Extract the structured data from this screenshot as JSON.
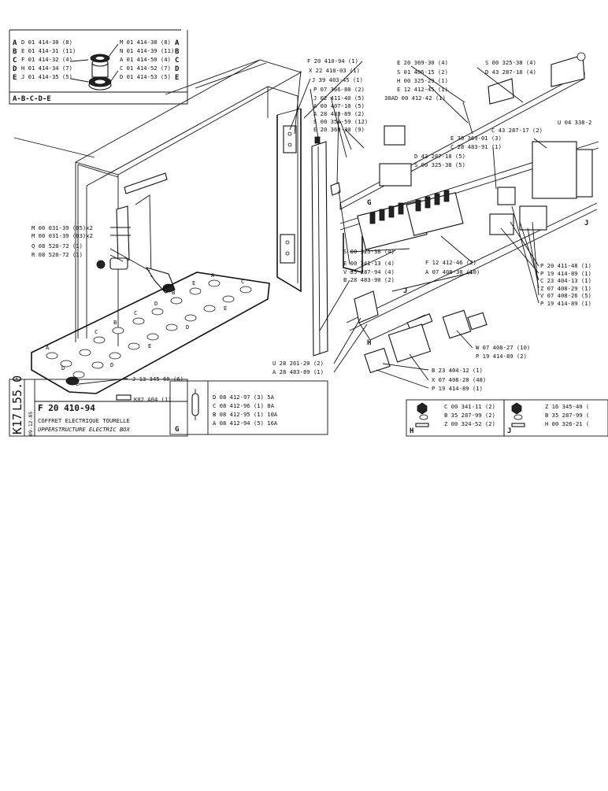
{
  "kit_box": {
    "title": "A-B-C-D-E",
    "left": [
      {
        "letter": "A",
        "code": "D 01 414-30 (8)"
      },
      {
        "letter": "B",
        "code": "E 01 414-31 (11)"
      },
      {
        "letter": "C",
        "code": "F 01 414-32 (4)"
      },
      {
        "letter": "D",
        "code": "H 01 414-34 (7)"
      },
      {
        "letter": "E",
        "code": "J 01 414-35 (5)"
      }
    ],
    "right": [
      {
        "code": "M 01 414-38 (8)",
        "letter": "A"
      },
      {
        "code": "N 01 414-39 (11)",
        "letter": "B"
      },
      {
        "code": "A 01 414-50 (4)",
        "letter": "C"
      },
      {
        "code": "C 01 414-52 (7)",
        "letter": "D"
      },
      {
        "code": "D 01 414-53 (5)",
        "letter": "E"
      }
    ]
  },
  "callouts": {
    "top_center": [
      "F 20 410-94 (1)",
      "X 22 410-03 (1)",
      "J 39 403-45 (1)",
      "P 07 366-80 (2)",
      "J 02 411-40 (5)",
      "A 00 407-10 (5)",
      "A 28 483-89 (2)",
      "S 00 354-59 (12)",
      "E 20 369-30 (9)"
    ],
    "top_right_a": [
      "E 20 369-30 (4)",
      "S 01 406-15 (2)",
      "H 00 325-29 (1)",
      "E 12 412-45 (1)",
      "30AD 00 412-42 (1)"
    ],
    "top_right_b": [
      "S 00 325-38 (4)",
      "D 43 287-18 (4)"
    ],
    "mid_small": [
      "D 43 287-18 (5)",
      "S 00 325-38 (5)"
    ],
    "right_mid": [
      "E 30 369-01 (3)",
      "C 43 287-17 (2)",
      "C 28 483-91 (1)",
      "U 04 338-2"
    ],
    "left_mid": [
      "M 00 031-39 (Q5)x2",
      "M 00 031-39 (Q3)x2",
      "Q 08 520-72 (1)",
      "R 08 520-72 (1)"
    ],
    "center_lower": [
      "S 00 325-38 (4)",
      "E 00 341-13 (4)",
      "V 35 287-94 (4)",
      "B 28 483-90 (2)"
    ],
    "center_right": [
      "F 12 412-46 (2)",
      "A 07 408-30 (10)"
    ],
    "right_list": [
      "P 20 411-48 (1)",
      "P 19 414-89 (1)",
      "C 23 404-13 (1)",
      "Z 07 408-29 (1)",
      "V 07 408-26 (5)",
      "P 19 414-89 (1)"
    ],
    "bottom_left": [
      "U 28 261-20 (2)",
      "A 28 483-89 (1)"
    ],
    "bottom_center": [
      "W 07 408-27 (10)",
      "P 19 414-89 (2)",
      "B 23 404-12 (1)",
      "X 07 408-28 (48)",
      "P 19 414-89 (1)"
    ],
    "plate_left": [
      "J 13 345-60 (6)",
      "K02 A04 (1)"
    ],
    "letters": {
      "g": "G",
      "h": "H",
      "j": "J"
    }
  },
  "fuse_box": {
    "letter": "G",
    "items": [
      "D 08 412-97 (3) 5A",
      "C 08 412-96 (1) 8A",
      "B 08 412-95 (1) 10A",
      "A 08 412-94 (5) 16A"
    ]
  },
  "h_box": {
    "letter": "H",
    "items": [
      "C 00 341-11 (2)",
      "B 35 287-99 (2)",
      "Z 00 324-52 (2)"
    ]
  },
  "j_box": {
    "letter": "J",
    "items": [
      "Z 16 345-40 (",
      "B 35 287-99 (",
      "H 00 326-21 ("
    ]
  },
  "title_block": {
    "code_vertical_1": "K17",
    "code_vertical_2": "L55.0",
    "date_vertical": "09-12-85",
    "part_number": "F 20 410-94",
    "title_fr": "COFFRET ELECTRIQUE TOURELLE",
    "title_en": "UPPERSTRUCTURE ELECTRIC BOX"
  },
  "plate_marks": [
    "A",
    "B",
    "C",
    "D",
    "E"
  ]
}
